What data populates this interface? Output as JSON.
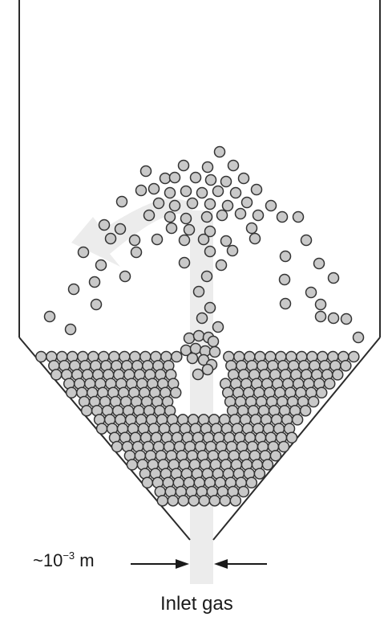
{
  "labels": {
    "scale_prefix": "~10",
    "scale_exponent": "−3",
    "scale_unit": "m",
    "inlet": "Inlet gas"
  },
  "colors": {
    "vessel_wall": "#2b2b2b",
    "particle_fill": "#c9c9c9",
    "particle_stroke": "#333333",
    "gas_flow": "#ececec",
    "arrow": "#1a1a1a"
  },
  "icons": {
    "fountain_arrow": "curved-arrow",
    "inlet_arrows": "arrow-right, arrow-left"
  }
}
